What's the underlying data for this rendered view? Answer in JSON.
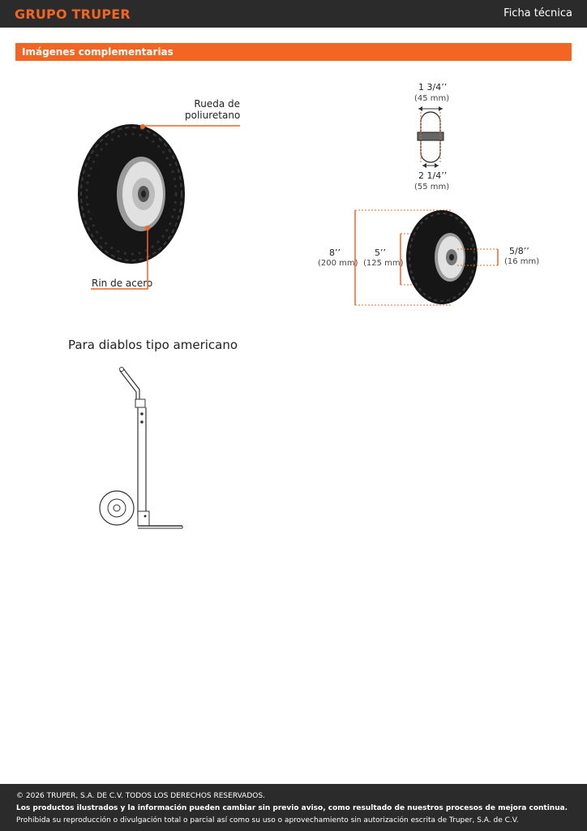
{
  "header": {
    "brand": "GRUPO TRUPER",
    "doc_type": "Ficha técnica"
  },
  "section": {
    "title": "Imágenes complementarias"
  },
  "callouts": {
    "tire": "Rueda de\npoliuretano",
    "rim": "Rin de acero"
  },
  "dimensions": {
    "width_top": {
      "in": "1 3/4’’",
      "mm": "(45 mm)"
    },
    "width_bottom": {
      "in": "2 1/4’’",
      "mm": "(55 mm)"
    },
    "outer_diameter": {
      "in": "8’’",
      "mm": "(200 mm)"
    },
    "rim_diameter": {
      "in": "5’’",
      "mm": "(125 mm)"
    },
    "bore": {
      "in": "5/8’’",
      "mm": "(16 mm)"
    }
  },
  "usage": {
    "title": "Para diablos tipo americano"
  },
  "footer": {
    "copyright": "© 2026 TRUPER, S.A. DE C.V. TODOS LOS DERECHOS RESERVADOS.",
    "notice": "Los productos ilustrados y la información pueden cambiar sin previo aviso, como resultado de nuestros procesos de mejora continua.",
    "legal": "Prohibida su reproducción o divulgación total o parcial así como su uso o aprovechamiento sin autorización escrita de Truper, S.A. de C.V."
  },
  "colors": {
    "accent": "#f26522",
    "dark": "#2b2b2b"
  }
}
